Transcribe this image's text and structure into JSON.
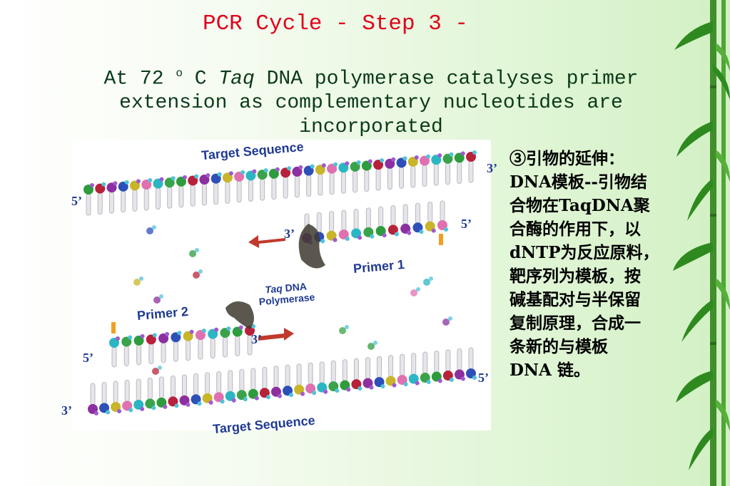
{
  "slide": {
    "title": "PCR Cycle - Step 3 -",
    "subtitle_a": "At 72 ",
    "subtitle_deg": "o",
    "subtitle_b": " C ",
    "subtitle_taq": "Taq",
    "subtitle_line1_rest": " DNA polymerase catalyses primer",
    "subtitle_line2": "extension as complementary nucleotides are",
    "subtitle_line3": "incorporated"
  },
  "figure": {
    "target_top": "Target Sequence",
    "target_bottom": "Target Sequence",
    "primer1": "Primer 1",
    "primer2": "Primer 2",
    "taq_italic": "Taq",
    "taq_rest": "DNA",
    "polymerase": "Polymerase",
    "ends": {
      "top_left": "5’",
      "top_right": "3’",
      "primer1_left": "3’",
      "primer1_right": "5’",
      "primer2_right": "3’",
      "primer2_left": "5’",
      "bottom_right": "5’",
      "bottom_left": "3’"
    }
  },
  "side_text": {
    "line1": "③引物的延伸：",
    "line2": "DNA模板--引物结",
    "line3": "合物在TaqDNA聚",
    "line4": "合酶的作用下，以",
    "line5": "dNTP为反应原料，",
    "line6": "靶序列为模板，按",
    "line7": "碱基配对与半保留",
    "line8": "复制原理，合成一",
    "line9": "条新的与模板",
    "line10": "DNA 链。"
  },
  "colors": {
    "title": "#e0001a",
    "subtitle": "#0a3a18",
    "label_blue": "#1f3a93",
    "arrow": "#c0392b"
  }
}
